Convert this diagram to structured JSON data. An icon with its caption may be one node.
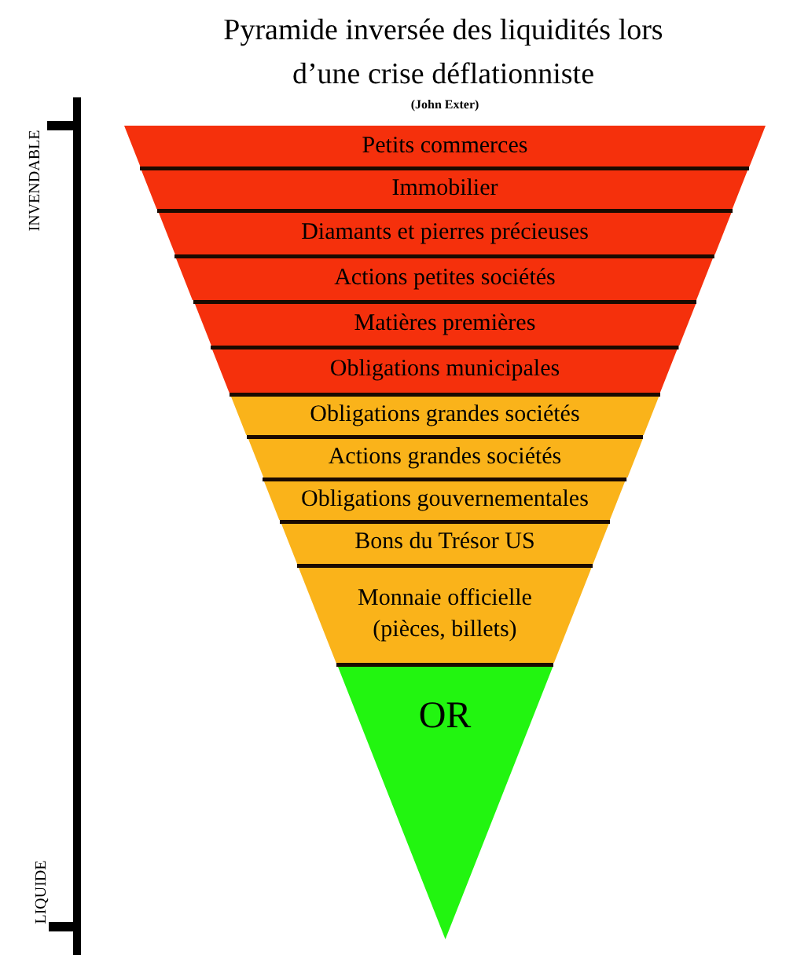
{
  "diagram": {
    "title": "Pyramide inversée des liquidités lors d’une crise déflationniste",
    "nodes": [
      {
        "text": [
          "Petits commerces"
        ]
      },
      {
        "text": [
          "Immobilier"
        ]
      },
      {
        "text": [
          "Diamants et pierres précieuses"
        ]
      },
      {
        "text": [
          "Actions petites sociétés"
        ]
      },
      {
        "text": [
          "Matières premières"
        ]
      },
      {
        "text": [
          "Obligations municipales"
        ]
      },
      {
        "text": [
          "Obligations grandes sociétés"
        ]
      },
      {
        "text": [
          "Actions grandes sociétés"
        ]
      },
      {
        "text": [
          "Obligations gouvernementales"
        ]
      },
      {
        "text": [
          "Bons du Trésor US"
        ]
      },
      {
        "text": [
          "Monnaie officielle (pièces, billets)"
        ]
      },
      {
        "text": [
          "OR"
        ]
      }
    ],
    "labels": [
      "(John Exter)",
      "INVENDABLE",
      "LIQUIDE"
    ]
  }
}
